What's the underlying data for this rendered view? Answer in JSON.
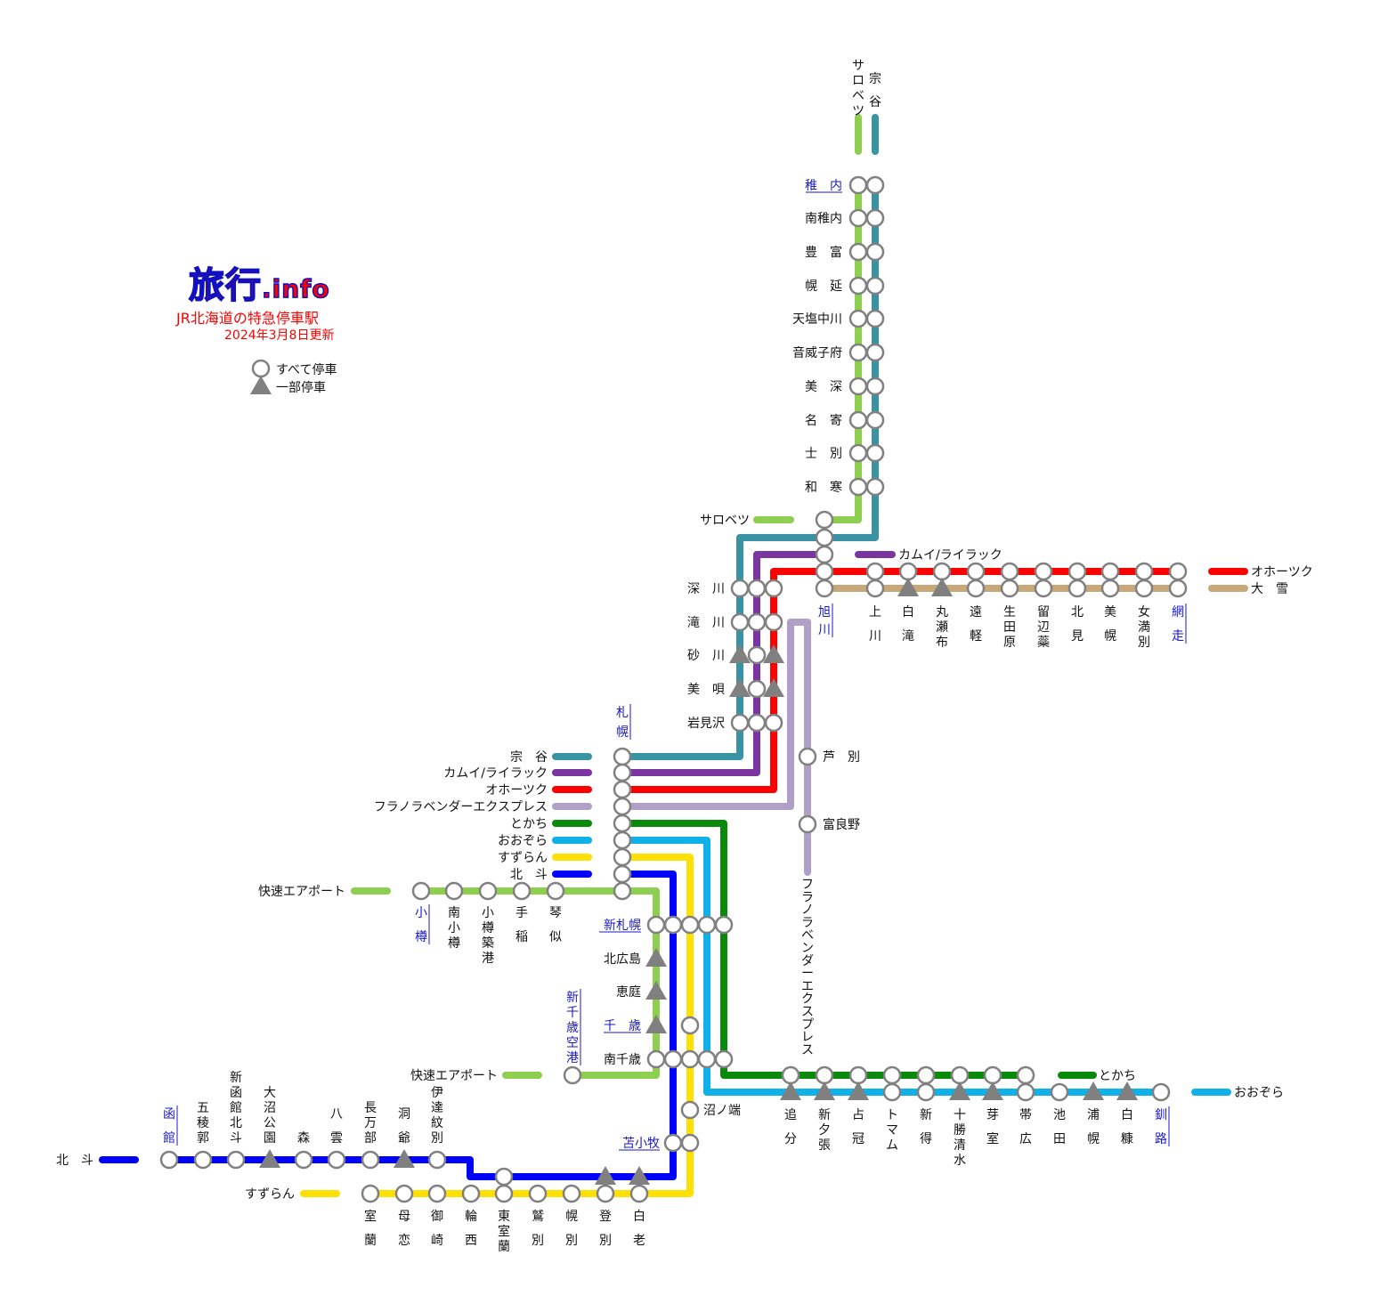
{
  "brand": {
    "logo_main": "旅行",
    "logo_suffix": ".info",
    "title": "JR北海道の特急停車駅",
    "updated": "2024年3月8日更新"
  },
  "legend": {
    "all_stop": "すべて停車",
    "some_stop": "一部停車"
  },
  "colors": {
    "soya": "#3a93a3",
    "sarobetsu": "#8ecf50",
    "kamui_lilac": "#7a35a0",
    "okhotsk": "#ff0000",
    "taisetsu": "#c8a878",
    "furano_lavender": "#b0a0c8",
    "tokachi": "#0a8a0a",
    "ozora": "#10b0e8",
    "suzuran": "#ffe000",
    "hokuto": "#0000ff",
    "airport": "#8ecf50",
    "station_fill": "#ffffff",
    "station_stroke": "#808080",
    "partial_stop": "#808080"
  },
  "trains": {
    "soya": "宗谷",
    "sarobetsu": "サロベツ",
    "kamui_lilac": "カムイ/ライラック",
    "okhotsk": "オホーツク",
    "taisetsu": "大雪",
    "furano_lavender": "フラノラベンダーエクスプレス",
    "tokachi": "とかち",
    "ozora": "おおぞら",
    "suzuran": "すずらん",
    "hokuto": "北斗",
    "airport": "快速エアポート"
  },
  "stations": {
    "soya_line": [
      "稚内",
      "南稚内",
      "豊富",
      "幌延",
      "天塩中川",
      "音威子府",
      "美深",
      "名寄",
      "士別",
      "和寒"
    ],
    "sekihoku_line": [
      "上川",
      "白滝",
      "丸瀬布",
      "遠軽",
      "生田原",
      "留辺蘂",
      "北見",
      "美幌",
      "女満別",
      "網走"
    ],
    "hakodate_north": [
      "深川",
      "滝川",
      "砂川",
      "美唄",
      "岩見沢"
    ],
    "furano_line": [
      "芦別",
      "富良野"
    ],
    "asahikawa": "旭川",
    "sapporo": "札幌",
    "otaru_line": [
      "小樽",
      "南小樽",
      "小樽築港",
      "手稲",
      "琴似"
    ],
    "chitose_line": [
      "新札幌",
      "北広島",
      "恵庭",
      "千歳",
      "南千歳"
    ],
    "new_chitose_airport": "新千歳空港",
    "numanohata": "沼ノ端",
    "tomakomai": "苫小牧",
    "sekisho_line": [
      "追分",
      "新夕張",
      "占冠",
      "トマム",
      "新得",
      "十勝清水",
      "芽室",
      "帯広",
      "池田",
      "浦幌",
      "白糠",
      "釧路"
    ],
    "hakodate_south": [
      "函館",
      "五稜郭",
      "新函館北斗",
      "大沼公園",
      "森",
      "八雲",
      "長万部",
      "洞爺",
      "伊達紋別"
    ],
    "muroran_line": [
      "室蘭",
      "母恋",
      "御崎",
      "輪西",
      "東室蘭",
      "鷲別",
      "幌別",
      "登別",
      "白老"
    ]
  }
}
